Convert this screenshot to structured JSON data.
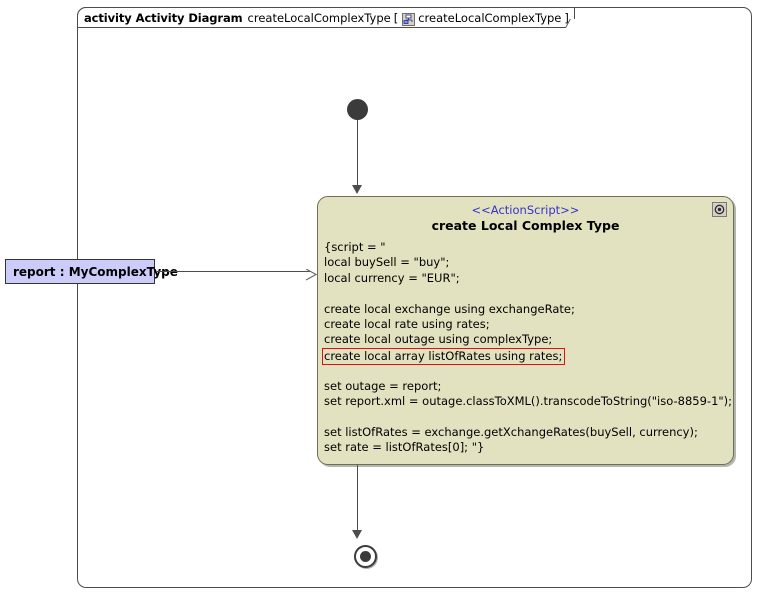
{
  "frame": {
    "kind_label": "activity",
    "type_label": "Activity Diagram",
    "diagram_name": "createLocalComplexType",
    "bracket_open": "[",
    "classifier_icon": "classifier-icon",
    "classifier_name": "createLocalComplexType",
    "bracket_close": "]"
  },
  "nodes": {
    "initial": {
      "name": "initial-node"
    },
    "final": {
      "name": "activity-final-node"
    },
    "object_node": {
      "label": "report : MyComplexType",
      "fill_color": "#ccccfa",
      "border_color": "#353535"
    },
    "action": {
      "stereotype": "<<ActionScript>>",
      "stereotype_color": "#3333cc",
      "title": "create Local Complex Type",
      "fill_color": "#e3e2c0",
      "border_color": "#6e6e55",
      "badge_icon": "gear-icon",
      "highlight_color": "#dd1111",
      "script_lines": [
        {
          "text": "{script = \"",
          "highlighted": false
        },
        {
          "text": "local buySell = \"buy\";",
          "highlighted": false
        },
        {
          "text": "local currency = \"EUR\";",
          "highlighted": false
        },
        {
          "text": "",
          "highlighted": false
        },
        {
          "text": "create local exchange using exchangeRate;",
          "highlighted": false
        },
        {
          "text": "create local rate using rates;",
          "highlighted": false
        },
        {
          "text": "create local outage using complexType;",
          "highlighted": false
        },
        {
          "text": "create local array listOfRates using rates;",
          "highlighted": true
        },
        {
          "text": "",
          "highlighted": false
        },
        {
          "text": "set outage = report;",
          "highlighted": false
        },
        {
          "text": "set report.xml = outage.classToXML().transcodeToString(\"iso-8859-1\");",
          "highlighted": false
        },
        {
          "text": "",
          "highlighted": false
        },
        {
          "text": "set listOfRates = exchange.getXchangeRates(buySell, currency);",
          "highlighted": false
        },
        {
          "text": "set rate = listOfRates[0]; \"}",
          "highlighted": false
        }
      ]
    }
  },
  "edges": {
    "initial_to_action": "control-flow-initial-to-action",
    "object_to_action": "object-flow-report-to-action",
    "action_to_final": "control-flow-action-to-final"
  }
}
